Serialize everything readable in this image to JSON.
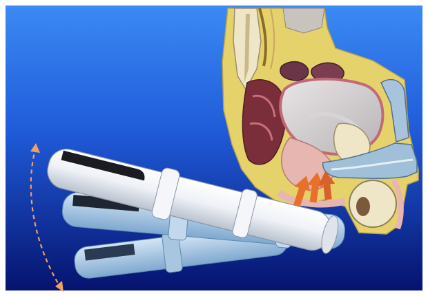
{
  "figure": {
    "subject": "sagittal-pelvic-anatomy-with-ultrasound-probe",
    "probe_positions": 3,
    "arrow_count": 3,
    "colors": {
      "background_top": "#2f7ef0",
      "background_bottom": "#071a78",
      "probe_main": "#f2f4f8",
      "probe_ghost": "#b9d3ea",
      "probe_grip": "#1b1b22",
      "arc_arrow": "#f0a060",
      "pointer_arrows": "#e8702a",
      "bone": "#efe6c8",
      "tissue_pink": "#e7b6b0",
      "fat_yellow": "#e6d26a"
    },
    "icons": [
      "rotation-arc-icon",
      "insertion-arrow-icon"
    ]
  }
}
